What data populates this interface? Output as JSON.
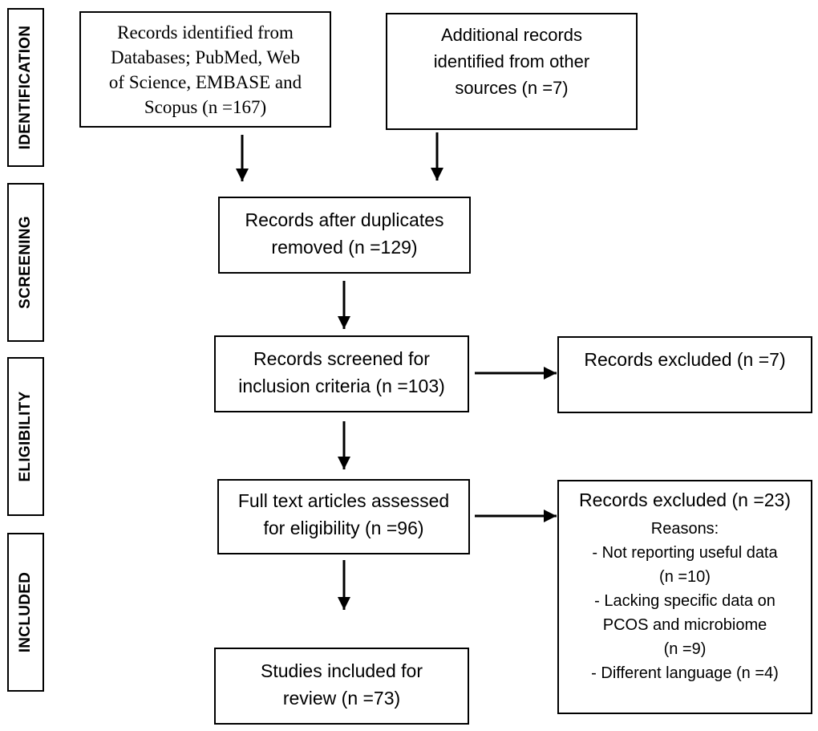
{
  "stages": {
    "identification": "IDENTIFICATION",
    "screening": "SCREENING",
    "eligibility": "ELIGIBILITY",
    "included": "INCLUDED"
  },
  "boxes": {
    "databases": {
      "line1": "Records identified from",
      "line2": "Databases; PubMed, Web",
      "line3": "of Science, EMBASE and",
      "line4": "Scopus (n =167)"
    },
    "other_sources": {
      "line1": "Additional records",
      "line2": "identified from other",
      "line3": "sources (n =7)"
    },
    "duplicates_removed": {
      "line1": "Records after duplicates",
      "line2": "removed (n =129)"
    },
    "screened": {
      "line1": "Records screened for",
      "line2": "inclusion criteria (n =103)"
    },
    "excluded_screening": {
      "line1": "Records excluded (n =7)"
    },
    "full_text": {
      "line1": "Full text articles assessed",
      "line2": "for eligibility (n =96)"
    },
    "excluded_full_text": {
      "title": "Records excluded (n =23)",
      "reasons_label": "Reasons:",
      "reasons": [
        "- Not reporting useful data",
        "(n =10)",
        "- Lacking specific data on",
        "PCOS and microbiome",
        "(n =9)",
        "- Different language (n =4)"
      ]
    },
    "included_studies": {
      "line1": "Studies included for",
      "line2": "review (n =73)"
    }
  }
}
